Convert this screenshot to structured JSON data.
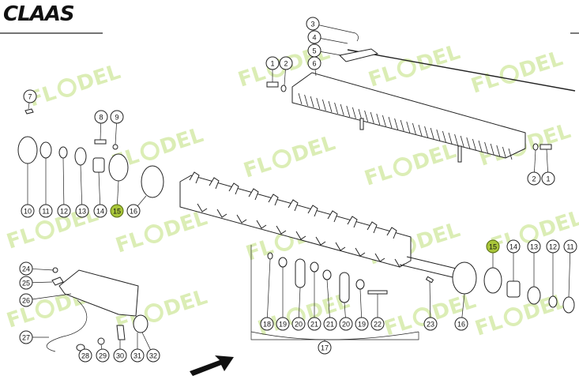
{
  "brand": {
    "logo_text": "CLAAS"
  },
  "watermark": {
    "text_left": "FL",
    "text_right": "DEL"
  },
  "callouts": [
    {
      "id": "c-3",
      "label": "3"
    },
    {
      "id": "c-4",
      "label": "4"
    },
    {
      "id": "c-5",
      "label": "5"
    },
    {
      "id": "c-6",
      "label": "6"
    },
    {
      "id": "c-1a",
      "label": "1"
    },
    {
      "id": "c-2a",
      "label": "2"
    },
    {
      "id": "c-7",
      "label": "7"
    },
    {
      "id": "c-8",
      "label": "8"
    },
    {
      "id": "c-9",
      "label": "9"
    },
    {
      "id": "c-10",
      "label": "10"
    },
    {
      "id": "c-11a",
      "label": "11"
    },
    {
      "id": "c-12a",
      "label": "12"
    },
    {
      "id": "c-13a",
      "label": "13"
    },
    {
      "id": "c-14a",
      "label": "14"
    },
    {
      "id": "c-15a",
      "label": "15",
      "highlight": true
    },
    {
      "id": "c-16a",
      "label": "16"
    },
    {
      "id": "c-2b",
      "label": "2"
    },
    {
      "id": "c-1b",
      "label": "1"
    },
    {
      "id": "c-15b",
      "label": "15",
      "highlight": true
    },
    {
      "id": "c-14b",
      "label": "14"
    },
    {
      "id": "c-13b",
      "label": "13"
    },
    {
      "id": "c-12b",
      "label": "12"
    },
    {
      "id": "c-11b",
      "label": "11"
    },
    {
      "id": "c-24",
      "label": "24"
    },
    {
      "id": "c-25",
      "label": "25"
    },
    {
      "id": "c-26",
      "label": "26"
    },
    {
      "id": "c-27",
      "label": "27"
    },
    {
      "id": "c-28",
      "label": "28"
    },
    {
      "id": "c-29",
      "label": "29"
    },
    {
      "id": "c-30",
      "label": "30"
    },
    {
      "id": "c-31",
      "label": "31"
    },
    {
      "id": "c-32",
      "label": "32"
    },
    {
      "id": "c-18",
      "label": "18"
    },
    {
      "id": "c-19a",
      "label": "19"
    },
    {
      "id": "c-20a",
      "label": "20"
    },
    {
      "id": "c-21a",
      "label": "21"
    },
    {
      "id": "c-21b",
      "label": "21"
    },
    {
      "id": "c-20b",
      "label": "20"
    },
    {
      "id": "c-19b",
      "label": "19"
    },
    {
      "id": "c-22",
      "label": "22"
    },
    {
      "id": "c-23",
      "label": "23"
    },
    {
      "id": "c-16b",
      "label": "16"
    },
    {
      "id": "c-17",
      "label": "17"
    }
  ],
  "colors": {
    "highlight": "#a9c63a",
    "watermark": "#bfe07a",
    "line": "#222222"
  }
}
